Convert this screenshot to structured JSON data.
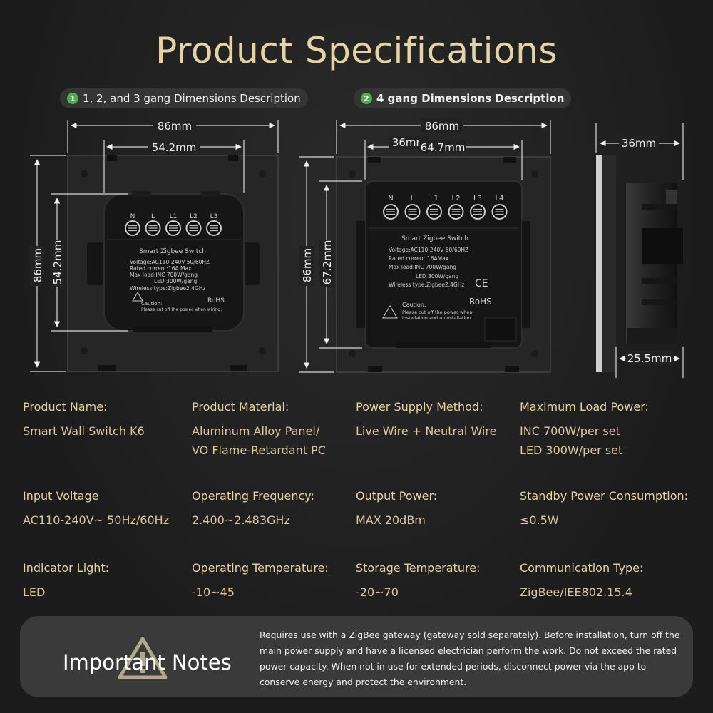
{
  "title": "Product Specifications",
  "section1": {
    "num": "1",
    "label": "1, 2, and 3 gang Dimensions Description"
  },
  "section2": {
    "num": "2",
    "label": "4 gang Dimensions Description"
  },
  "dims": {
    "left_width": "86mm",
    "left_inner_width": "54.2mm",
    "left_height": "86mm",
    "left_inner_height": "54.2mm",
    "mid_width": "86mm",
    "mid_36": "36mm",
    "mid_inner_width": "64.7mm",
    "mid_height": "86mm",
    "mid_inner_height": "67.2mm",
    "side_depth": "36mm",
    "side_back": "25.5mm"
  },
  "device_left": {
    "terminals": [
      "N",
      "L",
      "L1",
      "L2",
      "L3"
    ],
    "name": "Smart Zigbee Switch",
    "lines": [
      "Voltage:AC110-240V     50/60HZ",
      "Rated current:16A Max",
      "Max load:INC 700W/gang",
      "LED 300W/gang",
      "Wireless type:Zigbee2.4GHz"
    ],
    "caution": "Caution:",
    "caution_text": "Please cut off the power when wiring.",
    "rohs": "RoHS"
  },
  "device_mid": {
    "terminals": [
      "N",
      "L",
      "L1",
      "L2",
      "L3",
      "L4"
    ],
    "name": "Smart Zigbee Switch",
    "lines": [
      "Voltage:AC110-240V 50/60HZ",
      "Rated current:16AMax",
      "Max load:INC 700W/gang",
      "LED 300W/gang",
      "Wireless type:Zigbee2.4GHz"
    ],
    "caution": "Caution:",
    "caution_text1": "Please cut off the power when",
    "caution_text2": "installation and uninstallation.",
    "ce": "CE",
    "rohs": "RoHS"
  },
  "specs": [
    {
      "key": "Product Name:",
      "values": [
        "Smart Wall Switch K6"
      ]
    },
    {
      "key": "Product Material:",
      "values": [
        "Aluminum Alloy Panel/",
        "VO Flame-Retardant PC"
      ]
    },
    {
      "key": "Power Supply Method:",
      "values": [
        "Live Wire + Neutral Wire"
      ]
    },
    {
      "key": "Maximum Load Power:",
      "values": [
        "INC 700W/per set",
        "LED 300W/per set"
      ]
    },
    {
      "key": "Input Voltage",
      "values": [
        "AC110-240V~ 50Hz/60Hz"
      ]
    },
    {
      "key": "Operating Frequency:",
      "values": [
        "2.400~2.483GHz"
      ]
    },
    {
      "key": "Output Power:",
      "values": [
        "MAX 20dBm"
      ]
    },
    {
      "key": "Standby Power Consumption:",
      "values": [
        "≤0.5W"
      ]
    },
    {
      "key": "Indicator Light:",
      "values": [
        "LED"
      ]
    },
    {
      "key": "Operating Temperature:",
      "values": [
        "-10~45"
      ]
    },
    {
      "key": "Storage Temperature:",
      "values": [
        "-20~70"
      ]
    },
    {
      "key": "Communication Type:",
      "values": [
        "ZigBee/IEE802.15.4"
      ]
    }
  ],
  "notes": {
    "heading": "Important Notes",
    "text": "Requires use with a ZigBee gateway (gateway sold separately). Before installation, turn off the main power supply and have a licensed electrician perform the work. Do not exceed the rated power capacity. When not in use for extended periods, disconnect power via the app to conserve energy and protect the environment."
  }
}
